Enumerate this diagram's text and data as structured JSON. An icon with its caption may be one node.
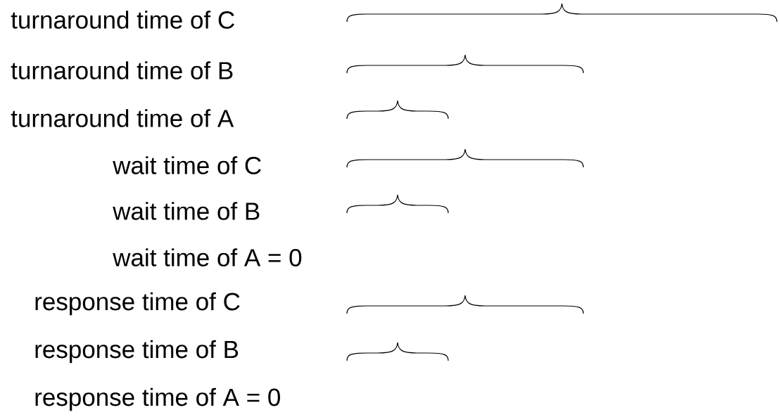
{
  "diagram": {
    "labels": [
      "turnaround time of C",
      "turnaround time of B",
      "turnaround time of A",
      "wait time of C",
      "wait time of B",
      "wait time of A = 0",
      "response time of C",
      "response time of B",
      "response time of A = 0"
    ]
  }
}
